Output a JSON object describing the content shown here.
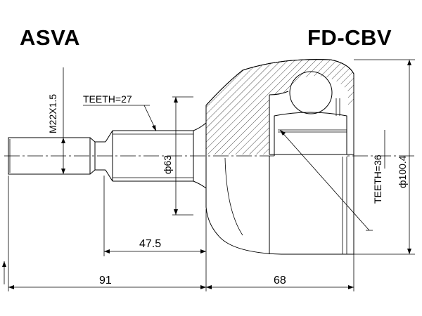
{
  "header": {
    "brand": "ASVA",
    "part_number": "FD-CBV"
  },
  "dimensions": {
    "thread": "M22X1.5",
    "outer_teeth": "TEETH=27",
    "diameter_63": "ф63",
    "inner_teeth": "TEETH=36",
    "diameter_100": "ф100.4",
    "length_47": "47.5",
    "length_91": "91",
    "length_68": "68"
  },
  "colors": {
    "line": "#000000",
    "background": "#ffffff"
  }
}
